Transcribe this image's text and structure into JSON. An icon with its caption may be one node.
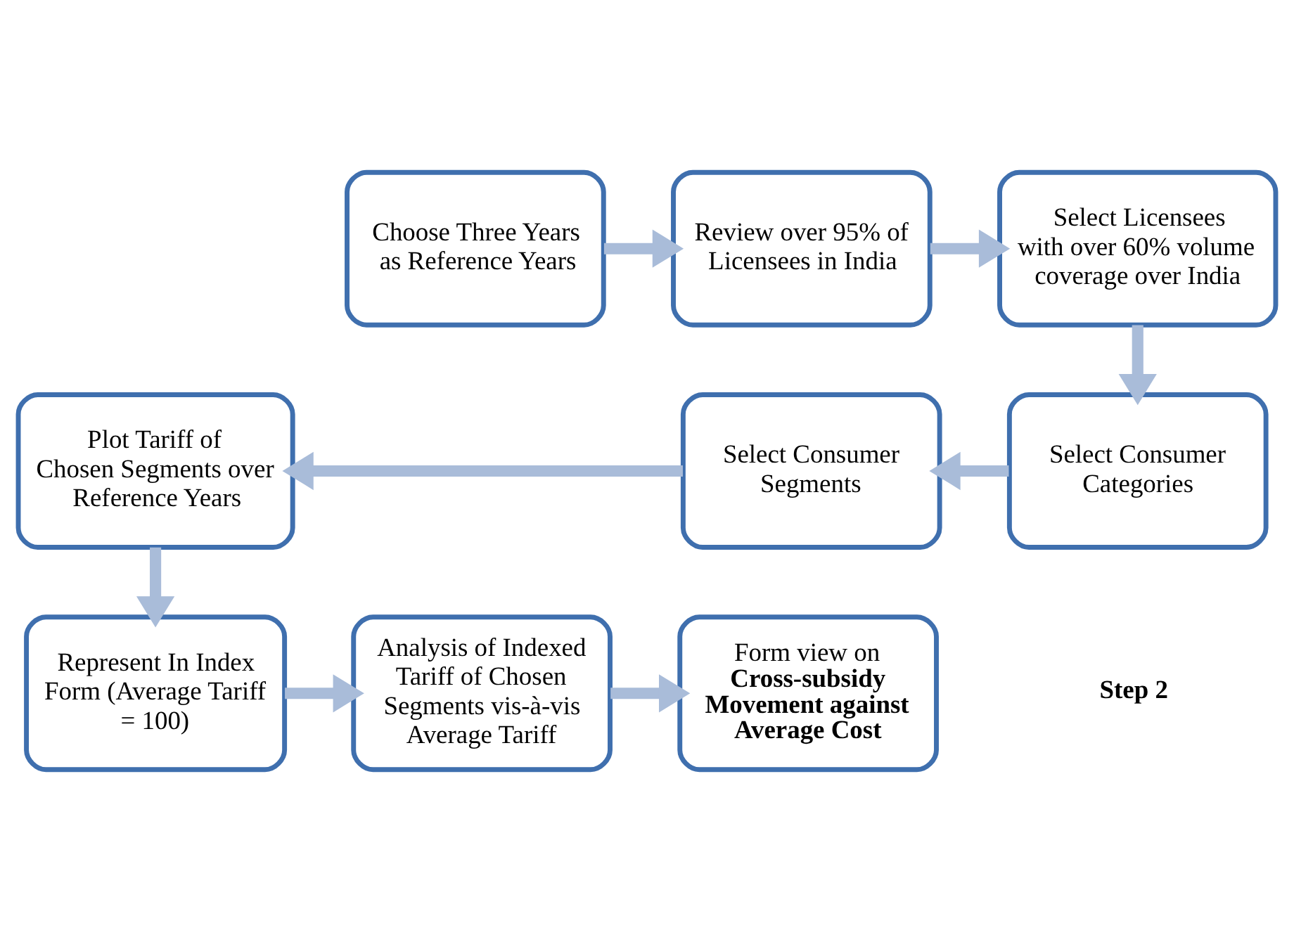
{
  "diagram": {
    "nodes": [
      {
        "text": [
          "Choose Three Years as Reference Years"
        ]
      },
      {
        "text": [
          "Review over 95% of Licensees in India"
        ]
      },
      {
        "text": [
          "Select Licensees with over 60% volume coverage over India"
        ]
      },
      {
        "text": [
          "Plot Tariff of Chosen Segments over Reference Years"
        ]
      },
      {
        "text": [
          "Select Consumer Segments"
        ]
      },
      {
        "text": [
          "Select Consumer Categories"
        ]
      },
      {
        "text": [
          "Represent In Index Form (Average Tariff = 100)"
        ]
      },
      {
        "text": [
          "Analysis of Indexed Tariff of Chosen Segments vis-à-vis Average Tariff"
        ]
      },
      {
        "text": [
          "Form view on",
          "**Cross-subsidy Movement against Average Cost**"
        ]
      }
    ],
    "edges": [
      {
        "from": 0,
        "to": 1,
        "arrow": "to"
      },
      {
        "from": 1,
        "to": 2,
        "arrow": "to"
      },
      {
        "from": 2,
        "to": 5,
        "arrow": "to"
      },
      {
        "from": 5,
        "to": 4,
        "arrow": "to"
      },
      {
        "from": 4,
        "to": 3,
        "arrow": "to"
      },
      {
        "from": 3,
        "to": 6,
        "arrow": "to"
      },
      {
        "from": 6,
        "to": 7,
        "arrow": "to"
      },
      {
        "from": 7,
        "to": 8,
        "arrow": "to"
      }
    ],
    "labels": [
      "Step 2"
    ]
  }
}
